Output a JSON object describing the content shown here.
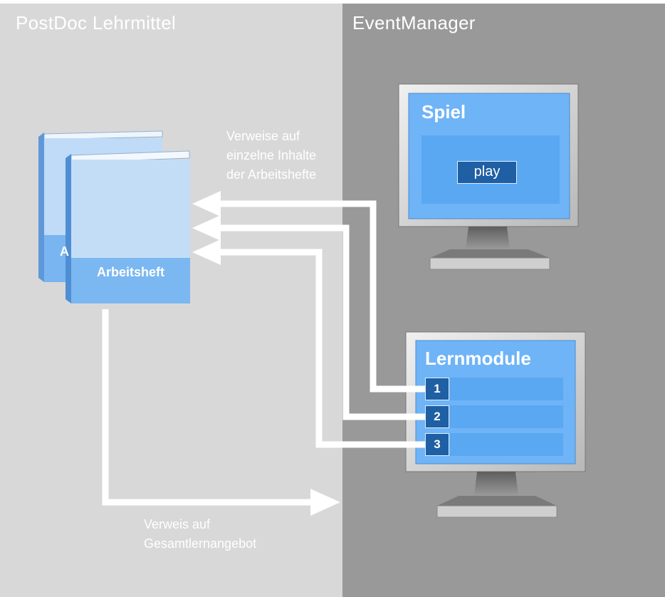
{
  "panels": {
    "left_title": "PostDoc Lehrmittel",
    "right_title": "EventManager"
  },
  "book": {
    "front_label": "Arbeitsheft",
    "back_label_visible": "A"
  },
  "labels": {
    "refs_line1": "Verweise auf",
    "refs_line2": "einzelne Inhalte",
    "refs_line3": "der Arbeitshefte",
    "total_line1": "Verweis auf",
    "total_line2": "Gesamtlernangebot"
  },
  "game_monitor": {
    "title": "Spiel",
    "button": "play"
  },
  "modules_monitor": {
    "title": "Lernmodule",
    "items": [
      "1",
      "2",
      "3"
    ]
  },
  "colors": {
    "left_panel": "#d8d8d8",
    "right_panel": "#999999",
    "screen_blue": "#6eb4f7",
    "screen_inner": "#5aa8f2",
    "dark_blue": "#1f5fa3",
    "book_light": "#bfdbf7",
    "book_band": "#79b5f0",
    "arrow": "#ffffff"
  }
}
